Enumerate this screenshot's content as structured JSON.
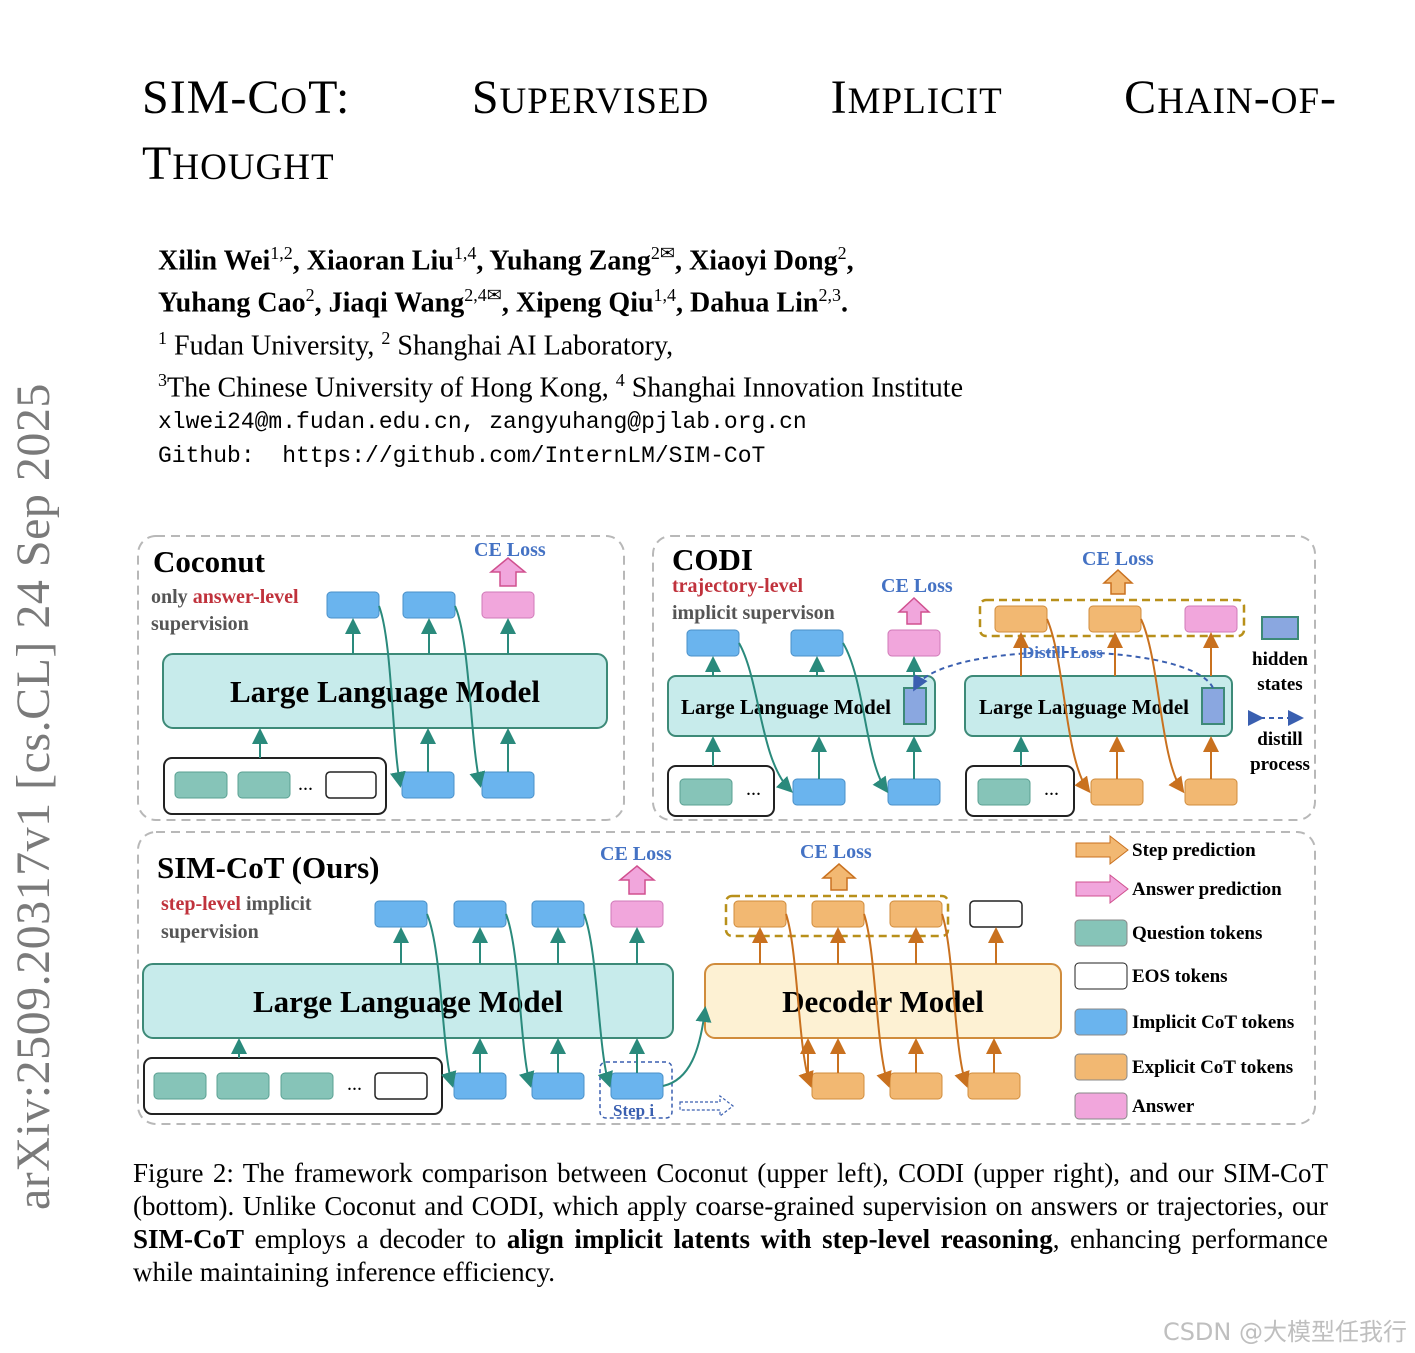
{
  "arxiv_stamp": "arXiv:2509.20317v1  [cs.CL]  24 Sep 2025",
  "title": {
    "words": [
      "SIM-CoT:",
      "Supervised",
      "Implicit",
      "Chain-of-"
    ],
    "line2": "Thought"
  },
  "authors": {
    "line1": [
      {
        "name": "Xilin Wei",
        "sup": "1,2",
        "sep": ", "
      },
      {
        "name": "Xiaoran Liu",
        "sup": "1,4",
        "sep": ", "
      },
      {
        "name": "Yuhang Zang",
        "sup": "2✉",
        "sep": ", "
      },
      {
        "name": "Xiaoyi Dong",
        "sup": "2",
        "sep": ","
      }
    ],
    "line2": [
      {
        "name": "Yuhang Cao",
        "sup": "2",
        "sep": ", "
      },
      {
        "name": "Jiaqi Wang",
        "sup": "2,4✉",
        "sep": ", "
      },
      {
        "name": "Xipeng Qiu",
        "sup": "1,4",
        "sep": ", "
      },
      {
        "name": "Dahua Lin",
        "sup": "2,3",
        "sep": "."
      }
    ],
    "affil1": [
      {
        "sup": "1",
        "text": " Fudan University, "
      },
      {
        "sup": "2",
        "text": " Shanghai AI Laboratory,"
      }
    ],
    "affil2": [
      {
        "sup": "3",
        "text": "The Chinese University of Hong Kong, "
      },
      {
        "sup": "4",
        "text": " Shanghai Innovation Institute"
      }
    ],
    "emails": "xlwei24@m.fudan.edu.cn, zangyuhang@pjlab.org.cn",
    "github": "Github:  https://github.com/InternLM/SIM-CoT"
  },
  "figure": {
    "coconut": {
      "title": "Coconut",
      "sub_prefix": "only ",
      "sub_highlight": "answer-level",
      "sub_rest": "supervision",
      "ce_loss": "CE Loss",
      "llm": "Large Language Model",
      "ellipsis": "..."
    },
    "codi": {
      "title": "CODI",
      "sub_highlight": "trajectory-level",
      "sub_rest": "implicit supervison",
      "ce_loss_left": "CE Loss",
      "ce_loss_right": "CE Loss",
      "distill_loss": "Distill Loss",
      "llm": "Large Language Model",
      "ellipsis": "...",
      "legend_hidden_1": "hidden",
      "legend_hidden_2": "states",
      "legend_distill_1": "distill",
      "legend_distill_2": "process"
    },
    "simcot": {
      "title": "SIM-CoT (Ours)",
      "sub_highlight": "step-level",
      "sub_rest1": " implicit",
      "sub_rest2": "supervision",
      "ce_loss_left": "CE Loss",
      "ce_loss_right": "CE Loss",
      "llm": "Large Language Model",
      "decoder": "Decoder Model",
      "step_i": "Step i",
      "ellipsis": "..."
    },
    "legend": [
      {
        "label": "Step prediction",
        "kind": "orange-arrow"
      },
      {
        "label": "Answer prediction",
        "kind": "pink-arrow"
      },
      {
        "label": "Question tokens",
        "kind": "teal"
      },
      {
        "label": "EOS tokens",
        "kind": "white"
      },
      {
        "label": "Implicit CoT tokens",
        "kind": "blue"
      },
      {
        "label": "Explicit CoT tokens",
        "kind": "orange"
      },
      {
        "label": "Answer",
        "kind": "pink"
      }
    ],
    "colors": {
      "teal_token": "#86c4b8",
      "blue_token": "#6ab4ee",
      "orange_token": "#f2b872",
      "pink_token": "#f1a6dc",
      "llm_fill": "#c7ebeb",
      "decoder_fill": "#fdf1d3",
      "teal_arrow": "#2a8a7c",
      "orange_arrow": "#c9711f",
      "ce_loss_text": "#4472c4",
      "highlight_red": "#c0323c"
    }
  },
  "caption": {
    "p1": "Figure 2: The framework comparison between Coconut (upper left), CODI (upper right), and our SIM-CoT (bottom). Unlike Coconut and CODI, which apply coarse-grained supervision on answers or trajectories, our ",
    "b1": "SIM-CoT",
    "p2": " employs a decoder to ",
    "b2": "align implicit latents with step-level reasoning",
    "p3": ", enhancing performance while maintaining inference efficiency."
  },
  "watermark": "CSDN @大模型任我行"
}
